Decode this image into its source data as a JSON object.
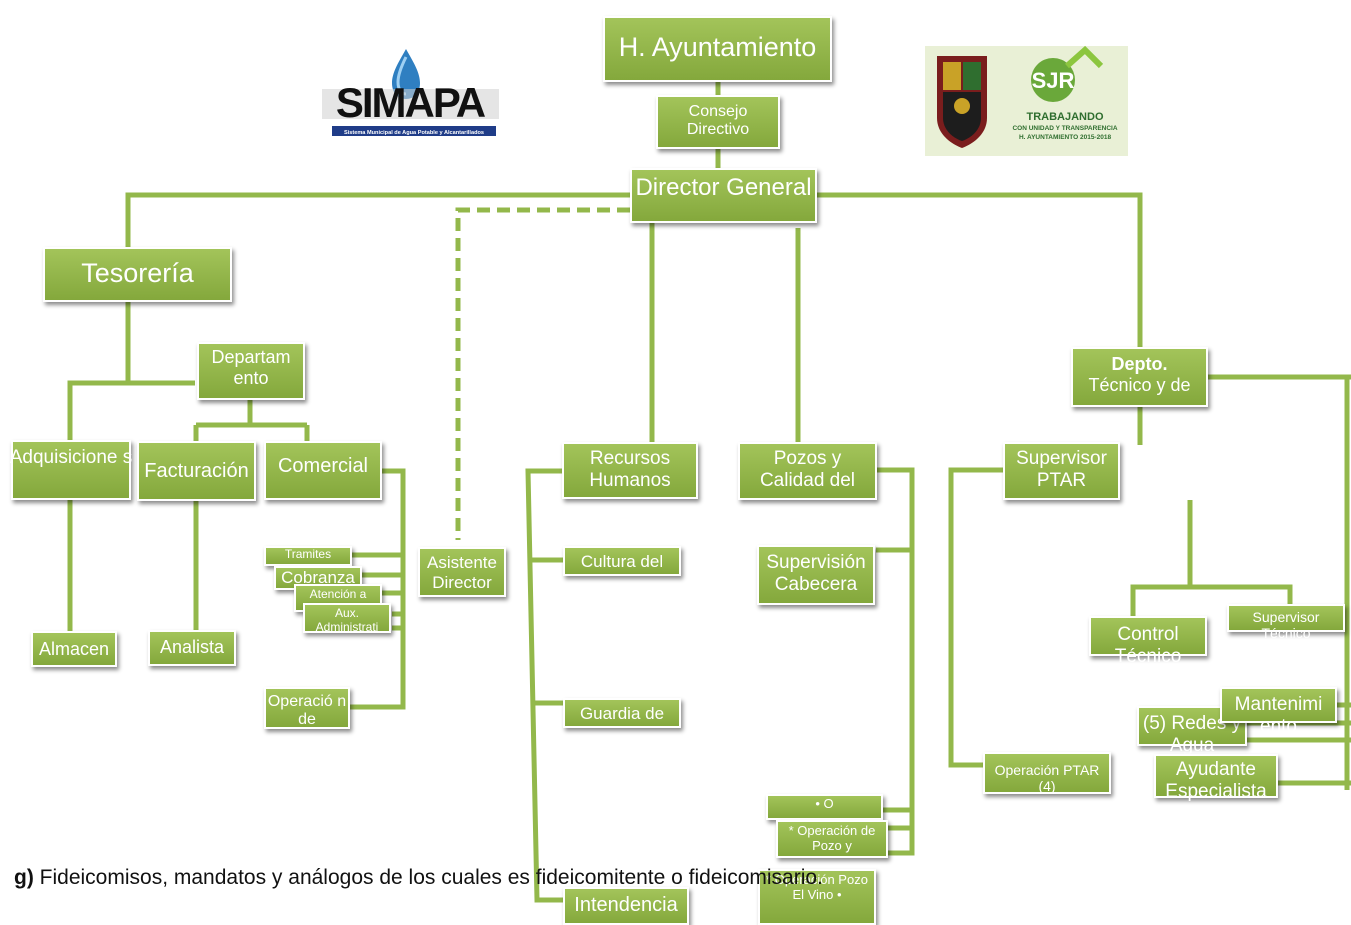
{
  "nodes": {
    "ayuntamiento": "H. Ayuntamiento",
    "consejo": "Consejo Directivo",
    "director": "Director General",
    "tesoreria": "Tesorería",
    "departamento": "Departam ento",
    "adquisiciones": "Adquisicione s",
    "facturacion": "Facturación",
    "comercial": "Comercial",
    "tramites": "Tramites",
    "cobranza": "Cobranza",
    "atencion": "Atención a",
    "aux": "Aux. Administrati",
    "operacion_comercial": "Operació n de",
    "almacen": "Almacen",
    "analista": "Analista",
    "asistente": "Asistente Director",
    "rrhh": "Recursos Humanos",
    "cultura": "Cultura del",
    "guardia": "Guardia de",
    "intendencia": "Intendencia",
    "pozos": "Pozos y Calidad del",
    "supervision": "Supervisión Cabecera",
    "bullet_box": "• O",
    "op_pozo": "* Operación de Pozo y",
    "op_vino": "* Operación Pozo El Vino •",
    "depto_bold": "Depto.",
    "depto_rest": "Técnico y de",
    "supervisor_ptar": "Supervisor PTAR",
    "control": "Control Técnico",
    "supervisor_tec": "Supervisor Técnico",
    "mantenimiento": "Mantenimi ento",
    "redes": "(5) Redes y Agua",
    "ayudante": "Ayudante Especialista",
    "operacion_ptar": "Operación PTAR (4)"
  },
  "logos": {
    "simapa_name": "SIMAPA",
    "simapa_sub": "Sistema Municipal de Agua Potable y Alcantarillados",
    "sjr_mark": "SJR",
    "sjr_line1": "TRABAJANDO",
    "sjr_line2": "CON UNIDAD Y TRANSPARENCIA",
    "sjr_line3": "H. AYUNTAMIENTO 2015-2018"
  },
  "footer": {
    "label": "g)",
    "text": " Fideicomisos, mandatos y análogos de los cuales es fideicomitente o fideicomisario."
  },
  "colors": {
    "box": "#93b84b",
    "line": "#93b84b",
    "text": "#ffffff"
  }
}
